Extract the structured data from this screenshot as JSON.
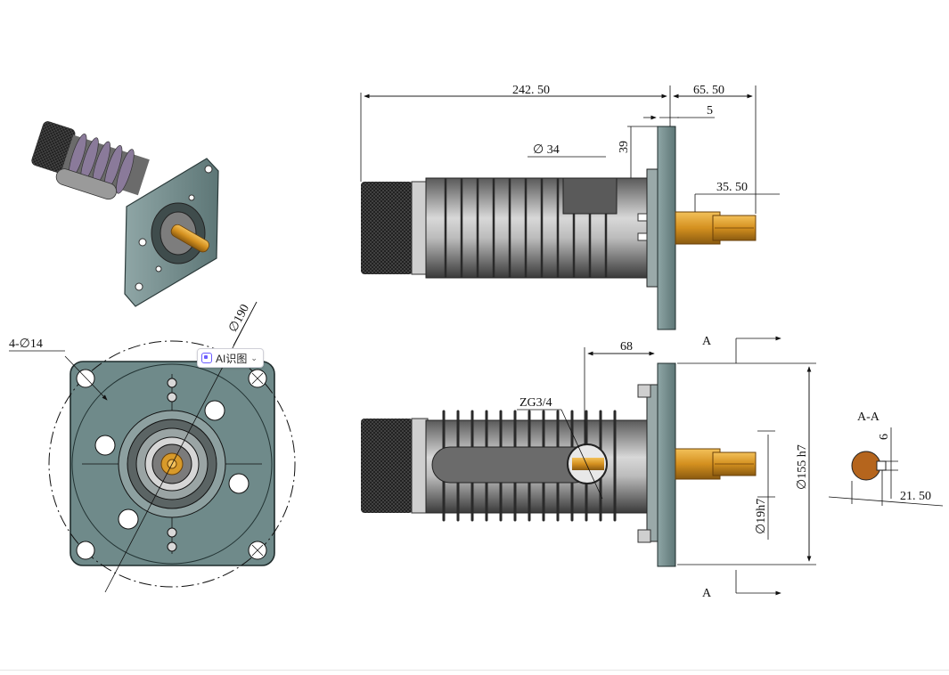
{
  "dimensions": {
    "overall_length": "242. 50",
    "flange_to_shaft": "65. 50",
    "flange_step": "5",
    "diameter_34": "∅ 34",
    "height_39": "39",
    "shaft_length": "35. 50",
    "offset_68": "68",
    "thread": "ZG3/4",
    "bore_155": "∅155 h7",
    "shaft_19": "∅19h7",
    "key_6": "6",
    "key_21": "21. 50",
    "holes": "4-∅14",
    "pcd_190": "∅190"
  },
  "section": {
    "marker_top": "A",
    "marker_bottom": "A",
    "label": "A-A"
  },
  "toolbar": {
    "ai_label": "AI识图"
  },
  "colors": {
    "flange": "#6f8a8a",
    "shaft": "#d89a2a",
    "knurl": "#2a2a2a",
    "fin": "#8a8a8a"
  }
}
